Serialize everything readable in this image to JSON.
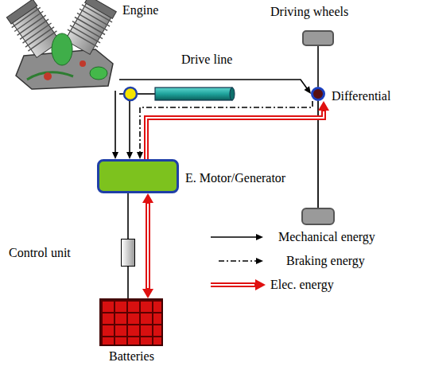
{
  "diagram": {
    "nodes": [
      {
        "text": [
          "Engine"
        ]
      },
      {
        "text": [
          "Driving wheels"
        ]
      },
      {
        "text": [
          "Differential"
        ]
      },
      {
        "text": [
          "E. Motor/Generator"
        ]
      },
      {
        "text": [
          "Control unit"
        ]
      },
      {
        "text": [
          "Batteries"
        ]
      }
    ],
    "edges": [
      {
        "from": 0,
        "to": 2,
        "arrow": "to"
      },
      {
        "from": 0,
        "to": 3,
        "arrow": "to"
      },
      {
        "from": 2,
        "to": 3,
        "arrow": "to"
      },
      {
        "from": 3,
        "to": 2,
        "arrow": "to"
      },
      {
        "from": 1,
        "to": 2,
        "arrow": "none"
      },
      {
        "from": 3,
        "to": 4,
        "arrow": "none"
      },
      {
        "from": 4,
        "to": 5,
        "arrow": "none"
      },
      {
        "from": 3,
        "to": 5,
        "arrow": "both"
      }
    ],
    "labels": [
      "Drive line"
    ],
    "legend": [
      {
        "text": "Mechanical energy"
      },
      {
        "text": "Braking energy"
      },
      {
        "text": "Elec. energy"
      }
    ]
  }
}
